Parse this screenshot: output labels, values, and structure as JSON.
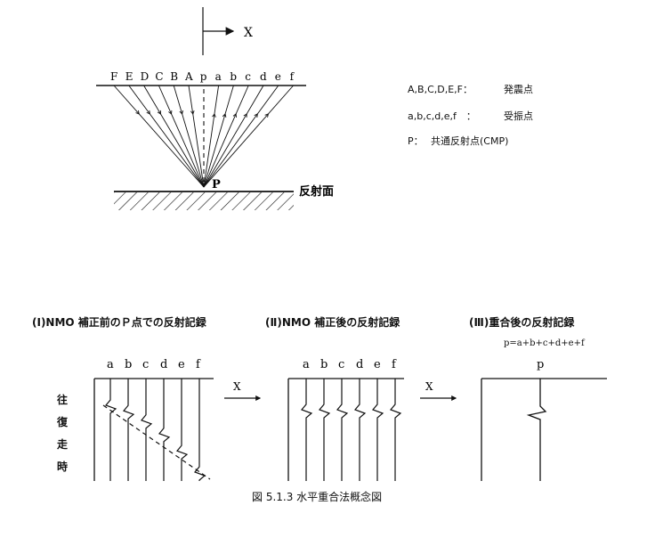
{
  "top_diagram": {
    "axis_label": "X",
    "sources": [
      "F",
      "E",
      "D",
      "C",
      "B",
      "A"
    ],
    "receivers": [
      "p",
      "a",
      "b",
      "c",
      "d",
      "e",
      "f"
    ],
    "cmp_label": "P",
    "reflector_label": "反射面"
  },
  "legend": [
    {
      "key": "A,B,C,D,E,F：",
      "value": "発震点"
    },
    {
      "key": "a,b,c,d,e,f　：",
      "value": "受振点"
    },
    {
      "key": "P：",
      "value": "共通反射点(CMP)"
    }
  ],
  "panels": [
    {
      "title": "(Ⅰ)NMO 補正前のＰ点での反射記録",
      "traces": [
        "a",
        "b",
        "c",
        "d",
        "e",
        "f"
      ]
    },
    {
      "title": "(Ⅱ)NMO 補正後の反射記録",
      "traces": [
        "a",
        "b",
        "c",
        "d",
        "e",
        "f"
      ]
    },
    {
      "title": "(Ⅲ)重合後の反射記録",
      "formula": "p=a+b+c+d+e+f",
      "traces": [
        "p"
      ]
    }
  ],
  "arrow_label": "X",
  "time_axis_label": [
    "往",
    "復",
    "走",
    "時"
  ],
  "caption": "図 5.1.3 水平重合法概念図"
}
